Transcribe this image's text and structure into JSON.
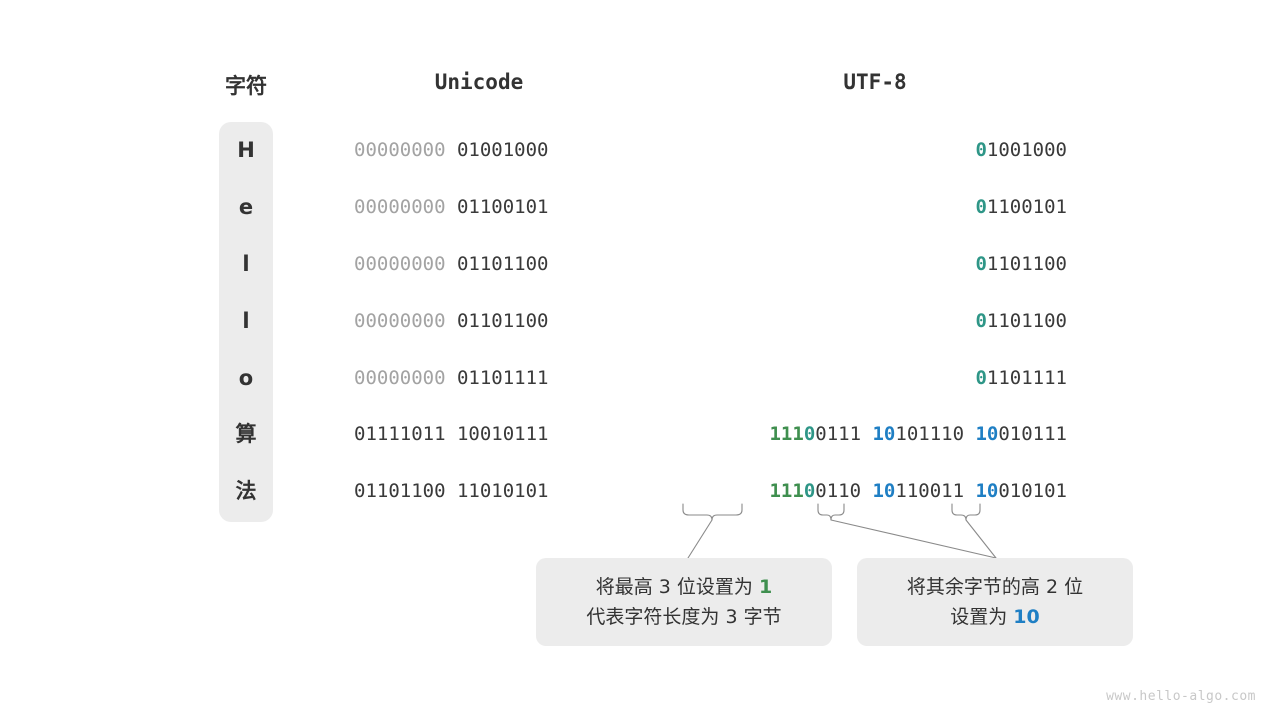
{
  "headers": {
    "char": "字符",
    "unicode": "Unicode",
    "utf8": "UTF-8"
  },
  "rows": [
    {
      "char": "H",
      "unicode_high": "00000000",
      "unicode_low": "01001000",
      "utf8_bytes": [
        {
          "lead": "0",
          "lead_color": "teal",
          "rest": "1001000"
        }
      ]
    },
    {
      "char": "e",
      "unicode_high": "00000000",
      "unicode_low": "01100101",
      "utf8_bytes": [
        {
          "lead": "0",
          "lead_color": "teal",
          "rest": "1100101"
        }
      ]
    },
    {
      "char": "l",
      "unicode_high": "00000000",
      "unicode_low": "01101100",
      "utf8_bytes": [
        {
          "lead": "0",
          "lead_color": "teal",
          "rest": "1101100"
        }
      ]
    },
    {
      "char": "l",
      "unicode_high": "00000000",
      "unicode_low": "01101100",
      "utf8_bytes": [
        {
          "lead": "0",
          "lead_color": "teal",
          "rest": "1101100"
        }
      ]
    },
    {
      "char": "o",
      "unicode_high": "00000000",
      "unicode_low": "01101111",
      "utf8_bytes": [
        {
          "lead": "0",
          "lead_color": "teal",
          "rest": "1101111"
        }
      ]
    },
    {
      "char": "算",
      "unicode_high": "01111011",
      "unicode_low": "10010111",
      "utf8_bytes": [
        {
          "lead": "111",
          "lead_color": "green",
          "lead2": "0",
          "lead2_color": "teal",
          "rest": "0111"
        },
        {
          "lead": "10",
          "lead_color": "blue",
          "rest": "101110"
        },
        {
          "lead": "10",
          "lead_color": "blue",
          "rest": "010111"
        }
      ]
    },
    {
      "char": "法",
      "unicode_high": "01101100",
      "unicode_low": "11010101",
      "utf8_bytes": [
        {
          "lead": "111",
          "lead_color": "green",
          "lead2": "0",
          "lead2_color": "teal",
          "rest": "0110"
        },
        {
          "lead": "10",
          "lead_color": "blue",
          "rest": "110011"
        },
        {
          "lead": "10",
          "lead_color": "blue",
          "rest": "010101"
        }
      ]
    }
  ],
  "callouts": {
    "left": {
      "line1_a": "将最高 3 位设置为 ",
      "line1_highlight": "1",
      "line1_highlight_color": "green",
      "line2": "代表字符长度为 3 字节"
    },
    "right": {
      "line1": "将其余字节的高 2 位",
      "line2_a": "设置为 ",
      "line2_highlight": "10",
      "line2_highlight_color": "blue"
    }
  },
  "colors": {
    "teal": "#2e9687",
    "green": "#3f8f4f",
    "blue": "#1f7fc4",
    "dim": "#a3a3a3",
    "dark": "#3a3a3a",
    "pill_bg": "#ececec",
    "callout_bg": "#ececec",
    "connector_stroke": "#8a8a8a"
  },
  "watermark": "www.hello-algo.com"
}
